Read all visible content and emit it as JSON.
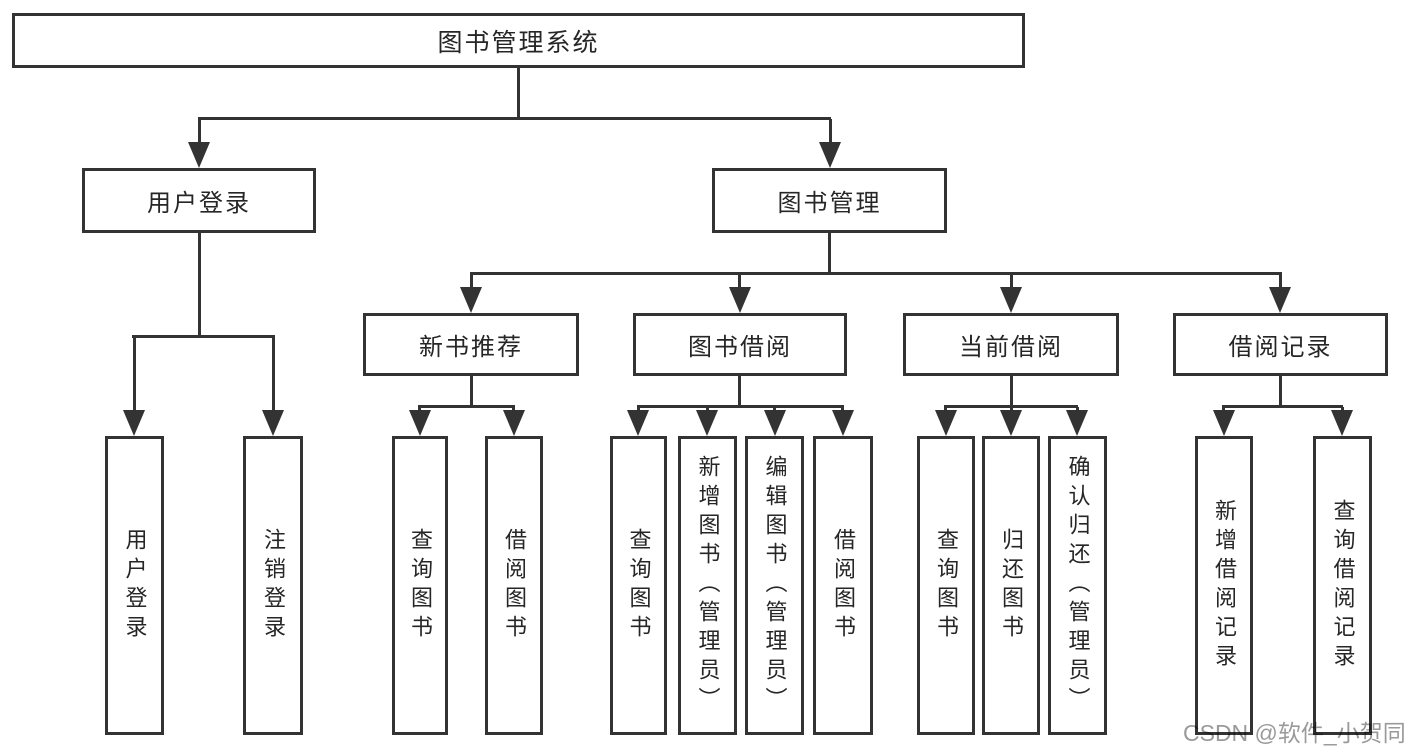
{
  "diagram": {
    "root": {
      "label": "图书管理系统"
    },
    "branches": [
      {
        "label": "用户登录",
        "leaves": [
          "用户登录",
          "注销登录"
        ]
      },
      {
        "label": "图书管理",
        "children": [
          {
            "label": "新书推荐",
            "leaves": [
              "查询图书",
              "借阅图书"
            ]
          },
          {
            "label": "图书借阅",
            "leaves": [
              "查询图书",
              "新增图书（管理员）",
              "编辑图书（管理员）",
              "借阅图书"
            ]
          },
          {
            "label": "当前借阅",
            "leaves": [
              "查询图书",
              "归还图书",
              "确认归还（管理员）"
            ]
          },
          {
            "label": "借阅记录",
            "leaves": [
              "新增借阅记录",
              "查询借阅记录"
            ]
          }
        ]
      }
    ]
  },
  "watermark": {
    "text": "CSDN @软件_小贺同学"
  },
  "colors": {
    "line": "#333333",
    "text": "#262626",
    "watermark_text": "#9a9a9a",
    "background": "#ffffff"
  }
}
